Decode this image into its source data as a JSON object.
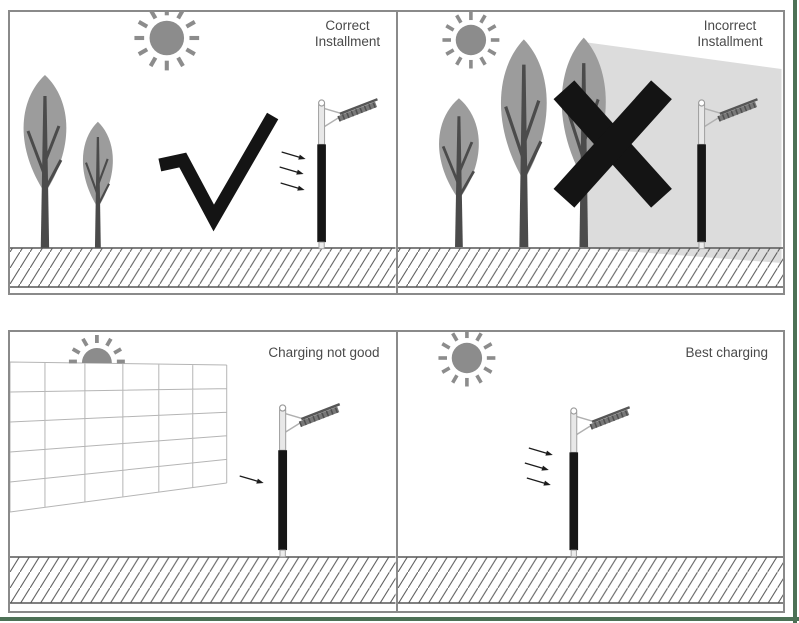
{
  "panels": {
    "top_left": {
      "label": "Correct Installment",
      "mark": "check"
    },
    "top_right": {
      "label": "Incorrect Installment",
      "mark": "x"
    },
    "bottom_left": {
      "label": "Charging not good"
    },
    "bottom_right": {
      "label": "Best charging"
    }
  },
  "icons": {
    "check-icon": "✓",
    "x-icon": "✕",
    "sun-icon": "circle-with-rays",
    "half-sun-icon": "semicircle-with-rays",
    "tree-icon": "leaf-shaped-tree",
    "street-light-icon": "solar-street-lamp",
    "sunlight-arrow-icon": "→",
    "ground-hatch": "diagonal-hatch-strip",
    "wall-grid-icon": "perspective-grid-wall",
    "shadow-region": "tree-shadow-polygon"
  },
  "colors": {
    "border": "#8a8a8a",
    "frame": "#4d7156",
    "label_text": "#4a4a4a",
    "sun": "#8c8c8c",
    "tree_canopy": "#9c9c9c",
    "tree_trunk": "#4b4b4b",
    "shadow": "#dcdcdc",
    "mark": "#141414",
    "hatch": "#5f5f5f",
    "ground_line": "#565656",
    "wall_line": "#b5b5b5",
    "arrow": "#1c1c1c",
    "pole_dark": "#161616",
    "pole_light": "#e8e8e8",
    "panel_body": "#787878",
    "panel_dark": "#4f4f4f",
    "arm": "#b0b0b0"
  }
}
